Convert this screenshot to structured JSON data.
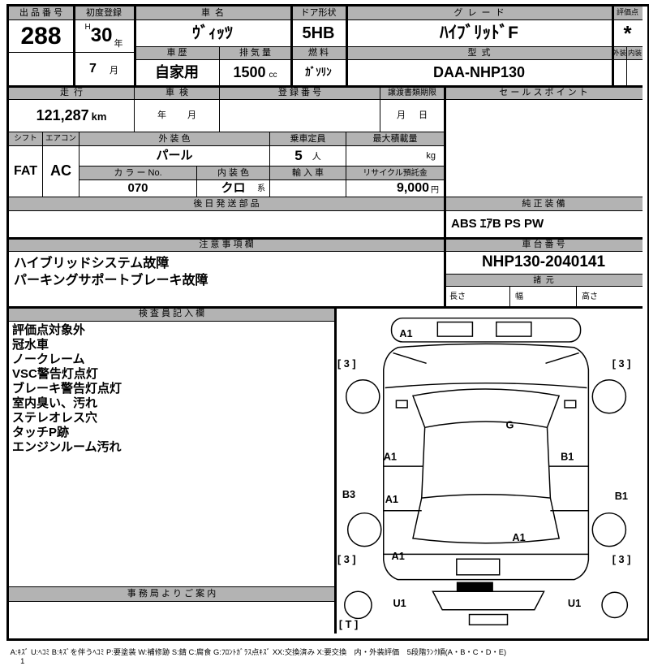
{
  "top": {
    "auction_no": {
      "label": "出 品 番 号",
      "value": "288"
    },
    "first_reg": {
      "label": "初度登録",
      "era": "H",
      "year": "30",
      "year_unit": "年",
      "month": "7",
      "month_unit": "月"
    },
    "car_name": {
      "label": "車  名",
      "value": "ｳﾞｨｯﾂ"
    },
    "door": {
      "label": "ドア形状",
      "value": "5HB"
    },
    "grade": {
      "label": "グ  レ  ー  ド",
      "value": "ﾊｲﾌﾞﾘｯﾄﾞF"
    },
    "score": {
      "label": "評価点",
      "value": "*"
    },
    "exterior_label": "外装",
    "interior_label": "内装",
    "history": {
      "label": "車 歴",
      "value": "自家用"
    },
    "displacement": {
      "label": "排 気 量",
      "value": "1500",
      "unit": "cc"
    },
    "fuel": {
      "label": "燃 料",
      "value": "ｶﾞｿﾘﾝ"
    },
    "model": {
      "label": "型  式",
      "value": "DAA-NHP130"
    }
  },
  "mid": {
    "mileage": {
      "label": "走  行",
      "value": "121,287",
      "unit": "km"
    },
    "inspection": {
      "label": "車  検",
      "year_unit": "年",
      "month_unit": "月"
    },
    "reg_no": {
      "label": "登 録 番 号"
    },
    "transfer": {
      "label": "譲渡書類期限",
      "month_unit": "月",
      "day_unit": "日"
    },
    "sales_point_label": "セ ー ル ス ポ イ ン ト",
    "shift": {
      "label": "シフト",
      "value": "FAT"
    },
    "aircon": {
      "label": "エアコン",
      "value": "AC"
    },
    "ext_color": {
      "label": "外 装 色",
      "value": "パール"
    },
    "capacity": {
      "label": "乗車定員",
      "value": "5",
      "unit": "人"
    },
    "max_load": {
      "label": "最大積載量",
      "unit": "kg"
    },
    "color_no": {
      "label": "カ ラ ー No.",
      "value": "070"
    },
    "int_color": {
      "label": "内 装 色",
      "value": "クロ",
      "suffix": "系"
    },
    "import_car": {
      "label": "輸 入 車"
    },
    "recycle": {
      "label": "リサイクル預託金",
      "value": "9,000",
      "unit": "円"
    },
    "later_parts_label": "後 日 発 送 部 品",
    "genuine": {
      "label": "純 正 装 備",
      "value": "ABS ｴｱB PS PW"
    }
  },
  "notes": {
    "label": "注 意 事 項 欄",
    "lines": [
      "ハイブリッドシステム故障",
      "パーキングサポートブレーキ故障"
    ]
  },
  "chassis": {
    "label": "車 台 番 号",
    "value": "NHP130-2040141"
  },
  "spec": {
    "label": "諸  元",
    "length_label": "長さ",
    "width_label": "幅",
    "height_label": "高さ"
  },
  "inspector": {
    "label": "検 査 員 記 入 欄",
    "notes": [
      "評価点対象外",
      "冠水車",
      "ノークレーム",
      "VSC警告灯点灯",
      "ブレーキ警告灯点灯",
      "室内臭い、汚れ",
      "ステレオレス穴",
      "タッチP跡",
      "エンジンルーム汚れ"
    ]
  },
  "office": {
    "label": "事 務 局 よ り ご 案 内"
  },
  "diagram": {
    "markers": [
      {
        "code": "A1",
        "area": "front-bumper"
      },
      {
        "code": "[ 3 ]",
        "area": "tire-front-left"
      },
      {
        "code": "[ 3 ]",
        "area": "tire-front-right"
      },
      {
        "code": "G",
        "area": "windshield"
      },
      {
        "code": "A1",
        "area": "left-front-door"
      },
      {
        "code": "B1",
        "area": "right-front-door"
      },
      {
        "code": "B3",
        "area": "left-side-sill"
      },
      {
        "code": "A1",
        "area": "left-rear-door"
      },
      {
        "code": "B1",
        "area": "right-side"
      },
      {
        "code": "A1",
        "area": "rear-gate"
      },
      {
        "code": "A1",
        "area": "rear-bumper-left"
      },
      {
        "code": "[ 3 ]",
        "area": "tire-rear-left"
      },
      {
        "code": "[ 3 ]",
        "area": "tire-rear-right"
      },
      {
        "code": "U1",
        "area": "underbody-left"
      },
      {
        "code": "U1",
        "area": "underbody-right"
      },
      {
        "code": "[ T ]",
        "area": "spare-tire"
      }
    ]
  },
  "legend": {
    "text": "A:ｷｽﾞ U:ﾍｺﾐ B:ｷｽﾞを伴うﾍｺﾐ P:要塗装 W:補修跡 S:錆 C:腐食 G:ﾌﾛﾝﾄｶﾞﾗｽ点ｷｽﾞ XX:交換済み X:要交換　内・外装評価　5段階ﾗﾝｸ順(A・B・C・D・E)",
    "page": "1"
  }
}
